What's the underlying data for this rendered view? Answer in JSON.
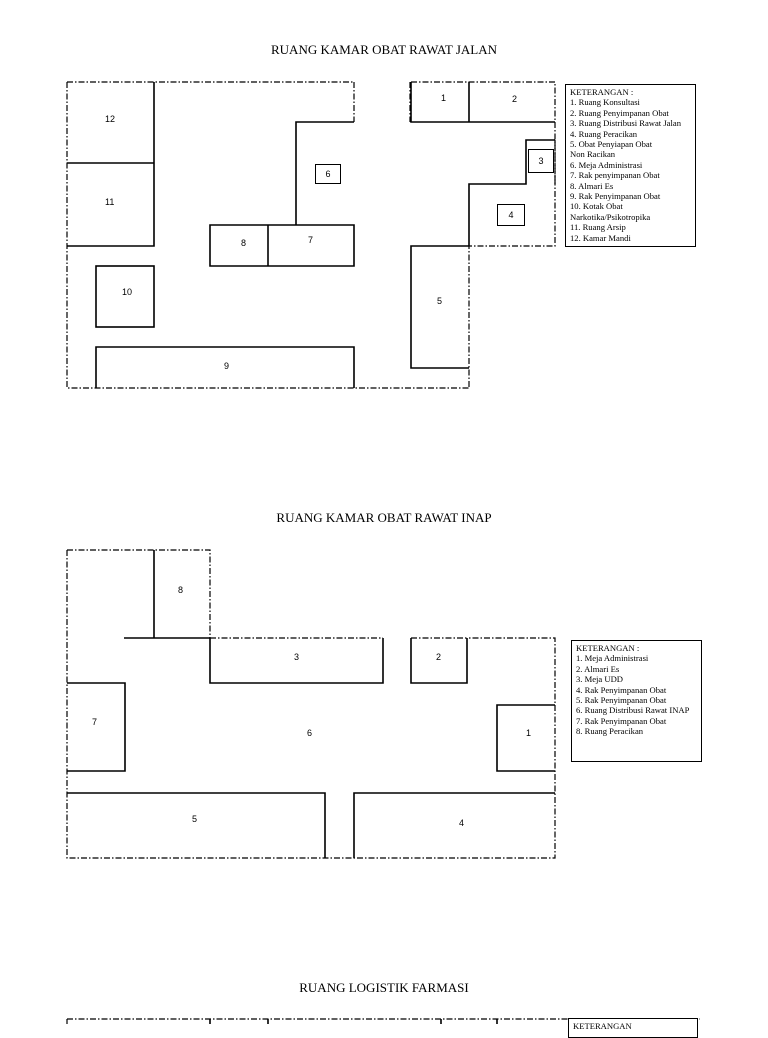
{
  "sections": [
    {
      "title": "RUANG KAMAR OBAT RAWAT JALAN",
      "legend_heading": "KETERANGAN :",
      "legend_items": [
        "1. Ruang Konsultasi",
        "2. Ruang Penyimpanan Obat",
        "3. Ruang Distribusi Rawat Jalan",
        "4. Ruang Peracikan",
        "5. Obat Penyiapan Obat",
        "Non Racikan",
        "6. Meja Administrasi",
        "7. Rak penyimpanan Obat",
        "8. Almari Es",
        "9. Rak Penyimpanan Obat",
        "10. Kotak Obat",
        "Narkotika/Psikotropika",
        "11. Ruang Arsip",
        "12. Kamar Mandi"
      ],
      "labels": [
        "1",
        "2",
        "3",
        "4",
        "5",
        "6",
        "7",
        "8",
        "9",
        "10",
        "11",
        "12"
      ]
    },
    {
      "title": "RUANG KAMAR OBAT RAWAT INAP",
      "legend_heading": "KETERANGAN :",
      "legend_items": [
        "1. Meja Administrasi",
        "2. Almari Es",
        "3. Meja UDD",
        "4. Rak Penyimpanan Obat",
        "5. Rak Penyimpanan Obat",
        "6. Ruang Distribusi Rawat INAP",
        "7. Rak Penyimpanan Obat",
        "8. Ruang Peracikan"
      ],
      "labels": [
        "1",
        "2",
        "3",
        "4",
        "5",
        "6",
        "7",
        "8"
      ]
    },
    {
      "title": "RUANG LOGISTIK FARMASI",
      "legend_heading": "KETERANGAN"
    }
  ]
}
